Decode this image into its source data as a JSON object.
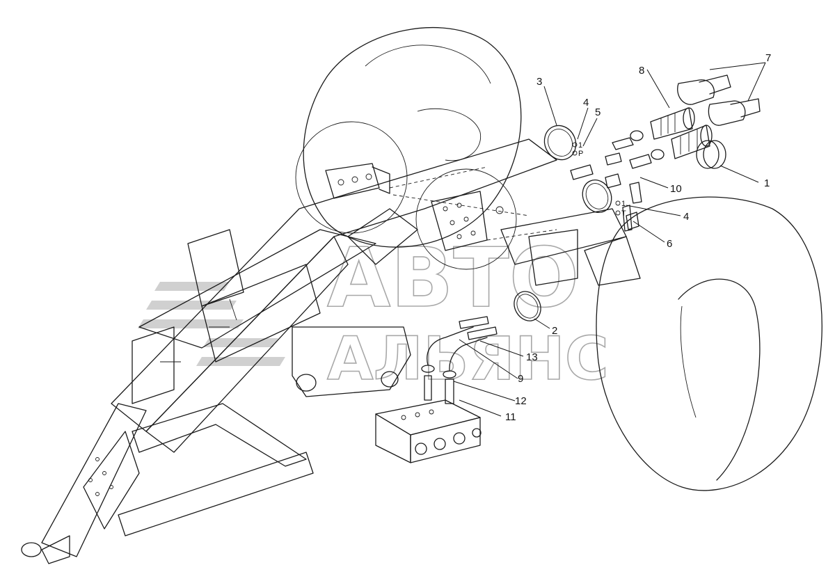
{
  "callouts": [
    {
      "id": "c1",
      "label": "1"
    },
    {
      "id": "c2",
      "label": "2"
    },
    {
      "id": "c3",
      "label": "3"
    },
    {
      "id": "c4a",
      "label": "4"
    },
    {
      "id": "c4b",
      "label": "4"
    },
    {
      "id": "c5",
      "label": "5"
    },
    {
      "id": "c6",
      "label": "6"
    },
    {
      "id": "c7",
      "label": "7"
    },
    {
      "id": "c8",
      "label": "8"
    },
    {
      "id": "c9",
      "label": "9"
    },
    {
      "id": "c10",
      "label": "10"
    },
    {
      "id": "c11",
      "label": "11"
    },
    {
      "id": "c12",
      "label": "12"
    },
    {
      "id": "c13",
      "label": "13"
    }
  ],
  "port_marks": {
    "p1": "1",
    "pP": "P",
    "p2": "1",
    "pT": "T"
  },
  "watermark": {
    "line1": "АВТО",
    "line2": "АЛЬЯНС"
  }
}
